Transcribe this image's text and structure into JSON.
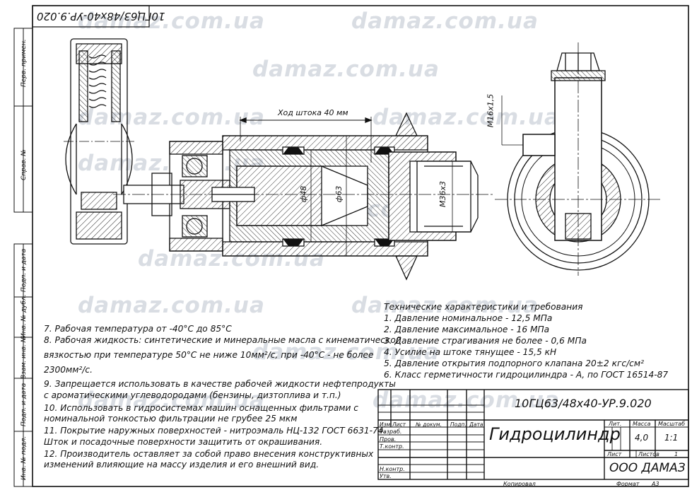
{
  "watermark": "damaz.com.ua",
  "stamp_top": "10ГЦ63/48х40-УР.9.020",
  "drawing": {
    "stroke_label": "Ход штока 40 мм",
    "d48": "ф48",
    "d63": "ф63",
    "m36": "М36х3",
    "m16": "М16х1,5"
  },
  "side_labels": [
    "Перв. примен.",
    "Справ. №",
    "Подп. и дата",
    "Инв. № дубл.",
    "Взам. инв. №",
    "Подп. и дата",
    "Инв. № подл."
  ],
  "notes": [
    "7. Рабочая температура от -40°С до 85°С",
    "8. Рабочая жидкость: синтетические и минеральные масла с кинематической",
    "вязкостью при температуре 50°С не ниже 10мм²/с, при -40°С  - не более",
    "2300мм²/с.",
    "9. Запрещается использовать в качестве рабочей жидкости нефтепродукты",
    "с ароматическими углеводородами (бензины, дизтоплива и т.п.)",
    "10. Использовать в гидросистемах машин  оснащенных фильтрами с",
    "номинальной тонкостью фильтрации не грубее 25 мкм",
    "11. Покрытие наружных поверхностей - нитроэмаль НЦ-132 ГОСТ 6631-74.",
    "Шток и посадочные поверхности защитить от окрашивания.",
    "12. Производитель оставляет за собой право внесения конструктивных",
    "изменений влияющие на массу изделия и его внешний вид."
  ],
  "specs": {
    "title": "Технические характеристики и требования",
    "items": [
      "1. Давление номинальное - 12,5 МПа",
      "2. Давление максимальное - 16 МПа",
      "3. Давление страгивания не более - 0,6 МПа",
      "4. Усилие на штоке тянущее - 15,5 кН",
      "5. Давление открытия подпорного клапана 20±2 кгс/см²",
      "6. Класс герметичности гидроцилиндра - А, по ГОСТ 16514-87"
    ]
  },
  "title_block": {
    "designation": "10ГЦ63/48х40-УР.9.020",
    "name": "Гидроцилиндр",
    "col_headers": [
      "Изм",
      "Лист",
      "№ докум.",
      "Подп.",
      "Дата"
    ],
    "row_labels": [
      "Разраб.",
      "Пров.",
      "Т.контр.",
      "Н.контр.",
      "Утв."
    ],
    "lit": "Лит.",
    "mass_label": "Масса",
    "scale_label": "Масштаб",
    "mass": "4,0",
    "scale": "1:1",
    "sheet_label": "Лист",
    "sheets_label": "Листов",
    "sheets": "1",
    "company": "ООО ДАМАЗ",
    "copied": "Копировал",
    "format_label": "Формат",
    "format": "А3"
  }
}
